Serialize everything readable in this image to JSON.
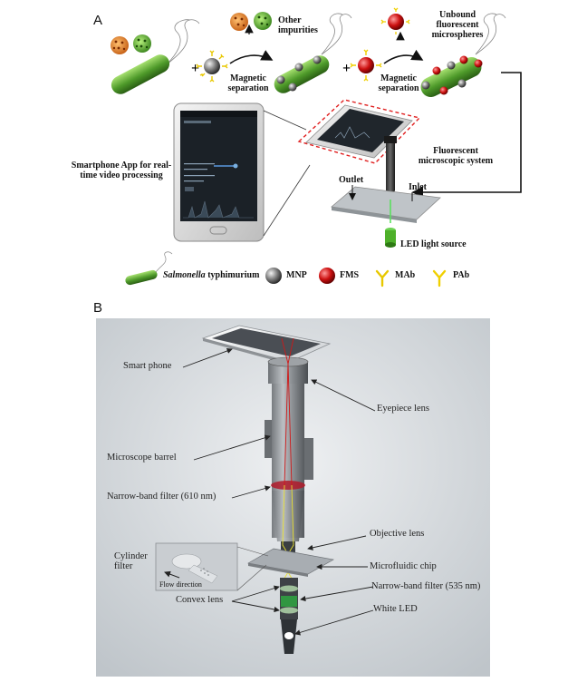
{
  "panel_a": {
    "letter": "A",
    "other_impurities": "Other\nimpurities",
    "magnetic_separation_1": "Magnetic\nseparation",
    "magnetic_separation_2": "Magnetic\nseparation",
    "unbound_microspheres": "Unbound\nfluorescent\nmicrospheres",
    "smartphone_app": "Smartphone App for real-\ntime video processing",
    "fluorescent_system": "Fluorescent\nmicroscopic system",
    "outlet": "Outlet",
    "inlet": "Inlet",
    "led_source": "LED light source",
    "plus": "+",
    "legend": {
      "salmonella_italic": "Salmonella",
      "salmonella_rest": " typhimurium",
      "mnp": "MNP",
      "fms": "FMS",
      "mab": "MAb",
      "pab": "PAb"
    },
    "colors": {
      "bacteria_green": "#4e9a2a",
      "mnp_gray": "#6b6b6b",
      "fms_red": "#c81414",
      "mab_yellow": "#e8c800",
      "pab_yellow": "#f0d000",
      "impurity_orange": "#e07a20",
      "dashed_red": "#e02020"
    }
  },
  "panel_b": {
    "letter": "B",
    "smart_phone": "Smart phone",
    "eyepiece_lens": "Eyepiece lens",
    "microscope_barrel": "Microscope barrel",
    "narrow_band_610": "Narrow-band filter (610 nm)",
    "objective_lens": "Objective lens",
    "cylinder_filter": "Cylinder\nfilter",
    "microfluidic_chip": "Microfluidic chip",
    "flow_direction": "Flow direction",
    "narrow_band_535": "Narrow-band filter (535 nm)",
    "convex_lens": "Convex lens",
    "white_led": "White LED",
    "colors": {
      "background": "#d9dde0",
      "beam_red": "#d01818",
      "beam_yellow": "#e8e030",
      "filter_green": "#2fa040"
    }
  }
}
